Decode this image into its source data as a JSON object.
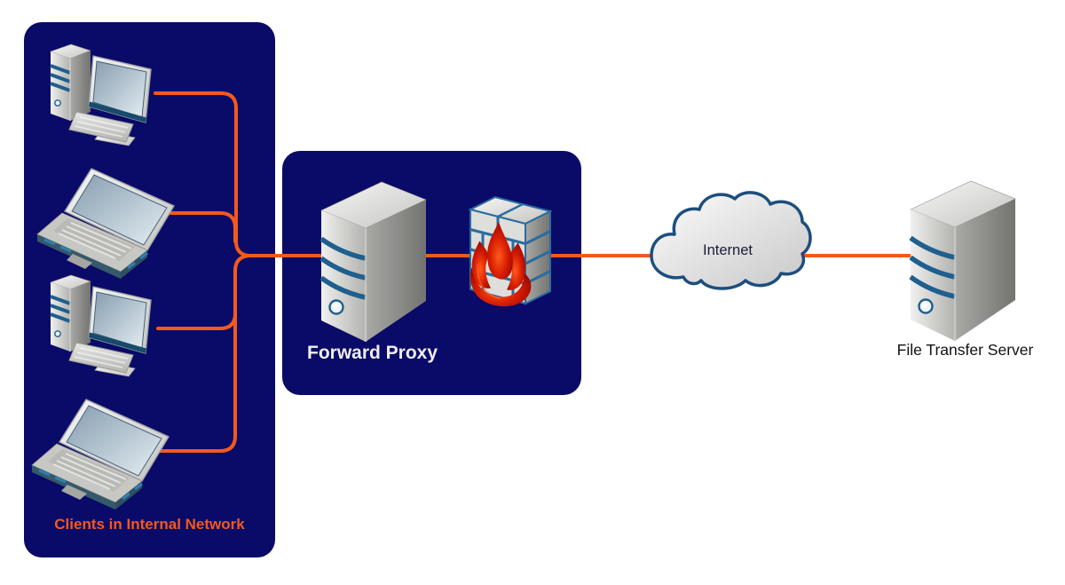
{
  "diagram": {
    "title_hint": "forward proxy network diagram",
    "clients_group": {
      "label": "Clients in Internal Network"
    },
    "proxy_group": {
      "label": "Forward Proxy"
    },
    "internet": {
      "label": "Internet"
    },
    "file_server": {
      "label": "File Transfer Server"
    },
    "colors": {
      "panel_navy": "#0a0a68",
      "connector_orange": "#f4591c",
      "clients_label_orange": "#f4581c",
      "proxy_label_white": "#efefef",
      "server_stripe_blue": "#1e5f8e",
      "cloud_border_blue": "#1d4e7e",
      "flame_red": "#c61400"
    },
    "nodes": [
      "desktop-client",
      "laptop-client",
      "desktop-client",
      "laptop-client",
      "forward-proxy-server",
      "firewall",
      "internet-cloud",
      "file-transfer-server"
    ],
    "connections": [
      "desktop-client-1 -> junction",
      "laptop-client-1 -> junction",
      "desktop-client-2 -> junction",
      "laptop-client-2 -> junction",
      "junction -> forward-proxy-server",
      "forward-proxy-server -> firewall",
      "firewall -> internet-cloud",
      "internet-cloud -> file-transfer-server"
    ]
  }
}
